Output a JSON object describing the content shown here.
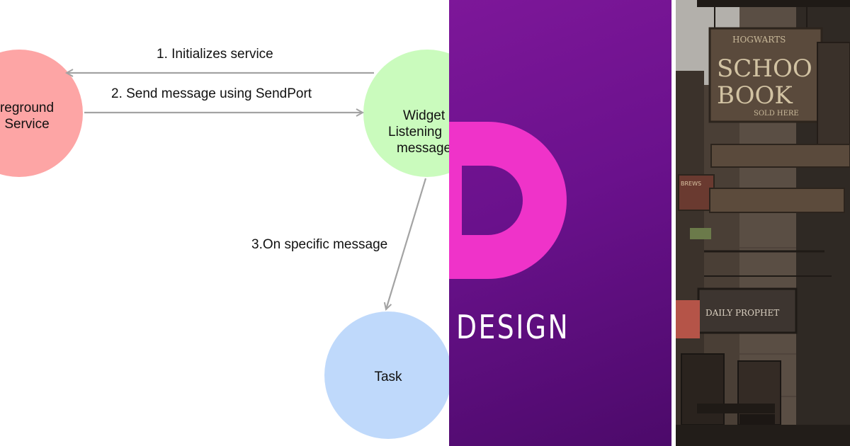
{
  "diagram": {
    "nodes": [
      {
        "id": "foreground",
        "lines": [
          "reground",
          "Service"
        ],
        "color": "#fda5a5"
      },
      {
        "id": "widget",
        "lines": [
          "Widget",
          "Listening",
          "message"
        ],
        "color": "#cafbbd"
      },
      {
        "id": "task",
        "lines": [
          "Task"
        ],
        "color": "#bfd9fb"
      }
    ],
    "edges": [
      {
        "id": "e1",
        "label": "1. Initializes service"
      },
      {
        "id": "e2",
        "label": "2. Send message using SendPort"
      },
      {
        "id": "e3",
        "label": "3.On specific message"
      }
    ],
    "arrow_color": "#a3a3a3"
  },
  "design_tile": {
    "word": "DESIGN",
    "letter_color": "#ef33c9",
    "background": "#6a118c"
  },
  "photo": {
    "signs": {
      "hogwarts": "HOGWARTS",
      "school": "SCHOO",
      "books": "BOOK",
      "sold_here": "SOLD HERE",
      "brews": "BREWS",
      "daily_prophet": "DAILY PROPHET"
    }
  }
}
